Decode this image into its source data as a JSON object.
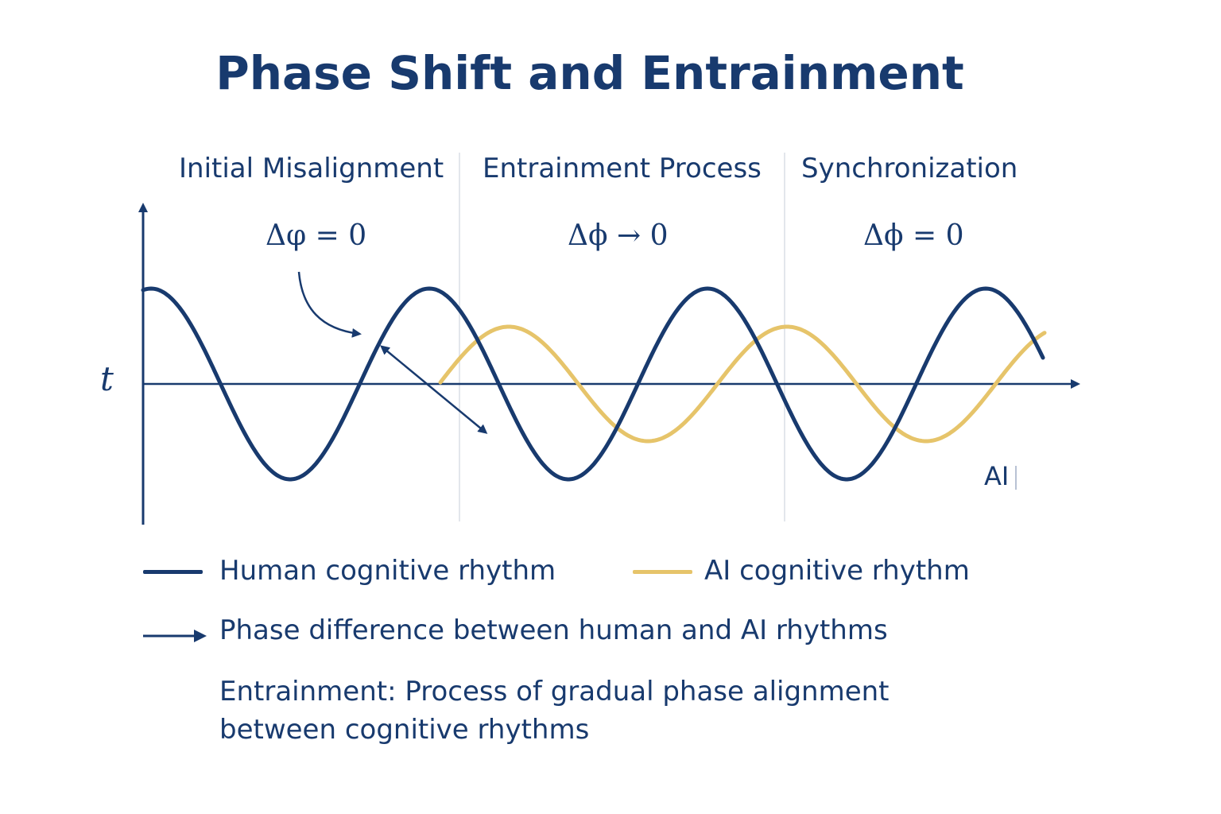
{
  "title": "Phase Shift and Entrainment",
  "phases": [
    {
      "label": "Initial Misalignment",
      "delta": "Δφ = 0"
    },
    {
      "label": "Entrainment Process",
      "delta": "Δϕ → 0"
    },
    {
      "label": "Synchronization",
      "delta": "Δϕ = 0"
    }
  ],
  "axis": {
    "label": "t"
  },
  "curve_tag": "AI",
  "legend": {
    "human": "Human cognitive rhythm",
    "ai": "AI cognitive rhythm",
    "arrow": "Phase difference between human and AI rhythms"
  },
  "note": "Entrainment: Process of gradual phase alignment between cognitive rhythms",
  "colors": {
    "human": "#183a6e",
    "ai": "#e6c46a",
    "divider": "#e3e6ec"
  }
}
